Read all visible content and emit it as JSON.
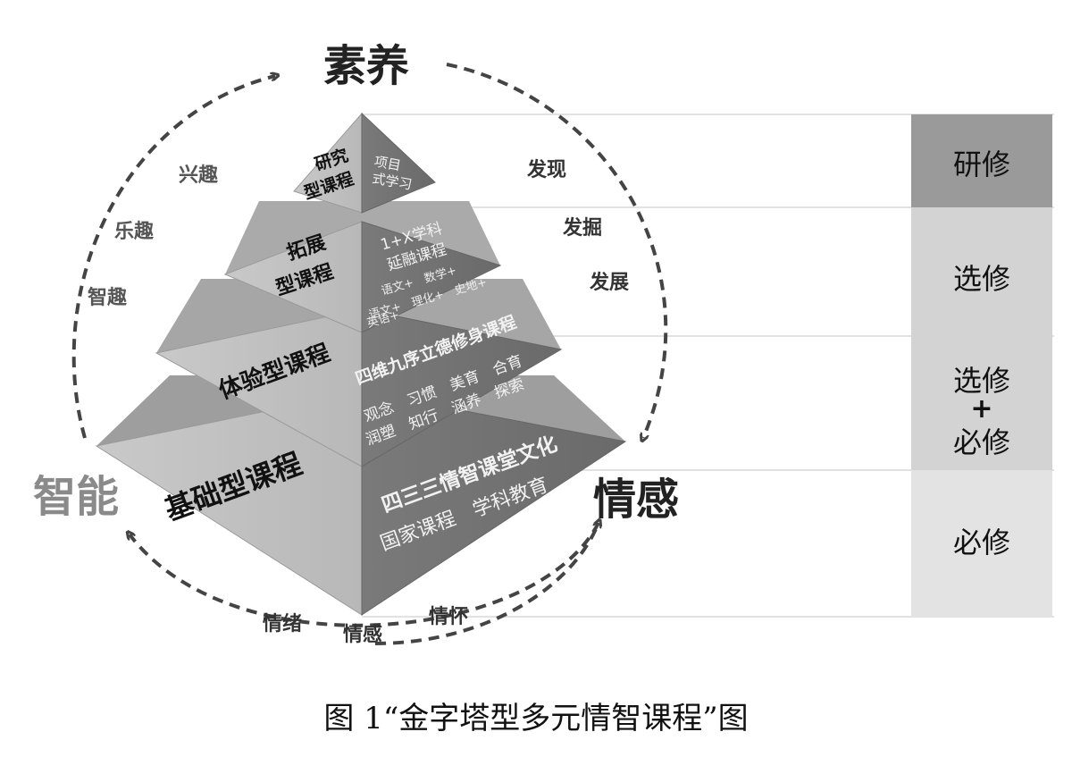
{
  "corners": {
    "top": "素养",
    "left": "智能",
    "right": "情感"
  },
  "left_arc_words": [
    "兴趣",
    "乐趣",
    "智趣"
  ],
  "right_arc_words": [
    "发现",
    "发掘",
    "发展"
  ],
  "bottom_arc_words": [
    "情绪",
    "情感",
    "情怀"
  ],
  "layers": {
    "research": {
      "name_line1": "研究",
      "name_line2": "型课程",
      "desc_line1": "项目",
      "desc_line2": "式学习"
    },
    "expand": {
      "name_line1": "拓展",
      "name_line2": "型课程",
      "desc_line1": "1+X学科",
      "desc_line2": "延融课程",
      "desc_line3": "语文+　数学+",
      "desc_line4": "语文+　理化+　史地+",
      "desc_line5": "英语+"
    },
    "experience": {
      "name": "体验型课程",
      "desc_line1": "四维九序立德修身课程",
      "desc_line2": "观念　习惯　美育　合育",
      "desc_line3": "润塑　知行　涵养　探索"
    },
    "basic": {
      "name": "基础型课程",
      "desc_line1": "四三三情智课堂文化",
      "desc_line2": "国家课程　学科教育"
    }
  },
  "side_table": {
    "rows": [
      {
        "label": "研修",
        "shade": "#9a9a9a"
      },
      {
        "label": "选修",
        "shade": "#d3d3d3"
      },
      {
        "label_line1": "选修",
        "label_line2": "+",
        "label_line3": "必修",
        "shade": "#d3d3d3"
      },
      {
        "label": "必修",
        "shade": "#e3e3e3"
      }
    ]
  },
  "caption": "图 1“金字塔型多元情智课程”图"
}
